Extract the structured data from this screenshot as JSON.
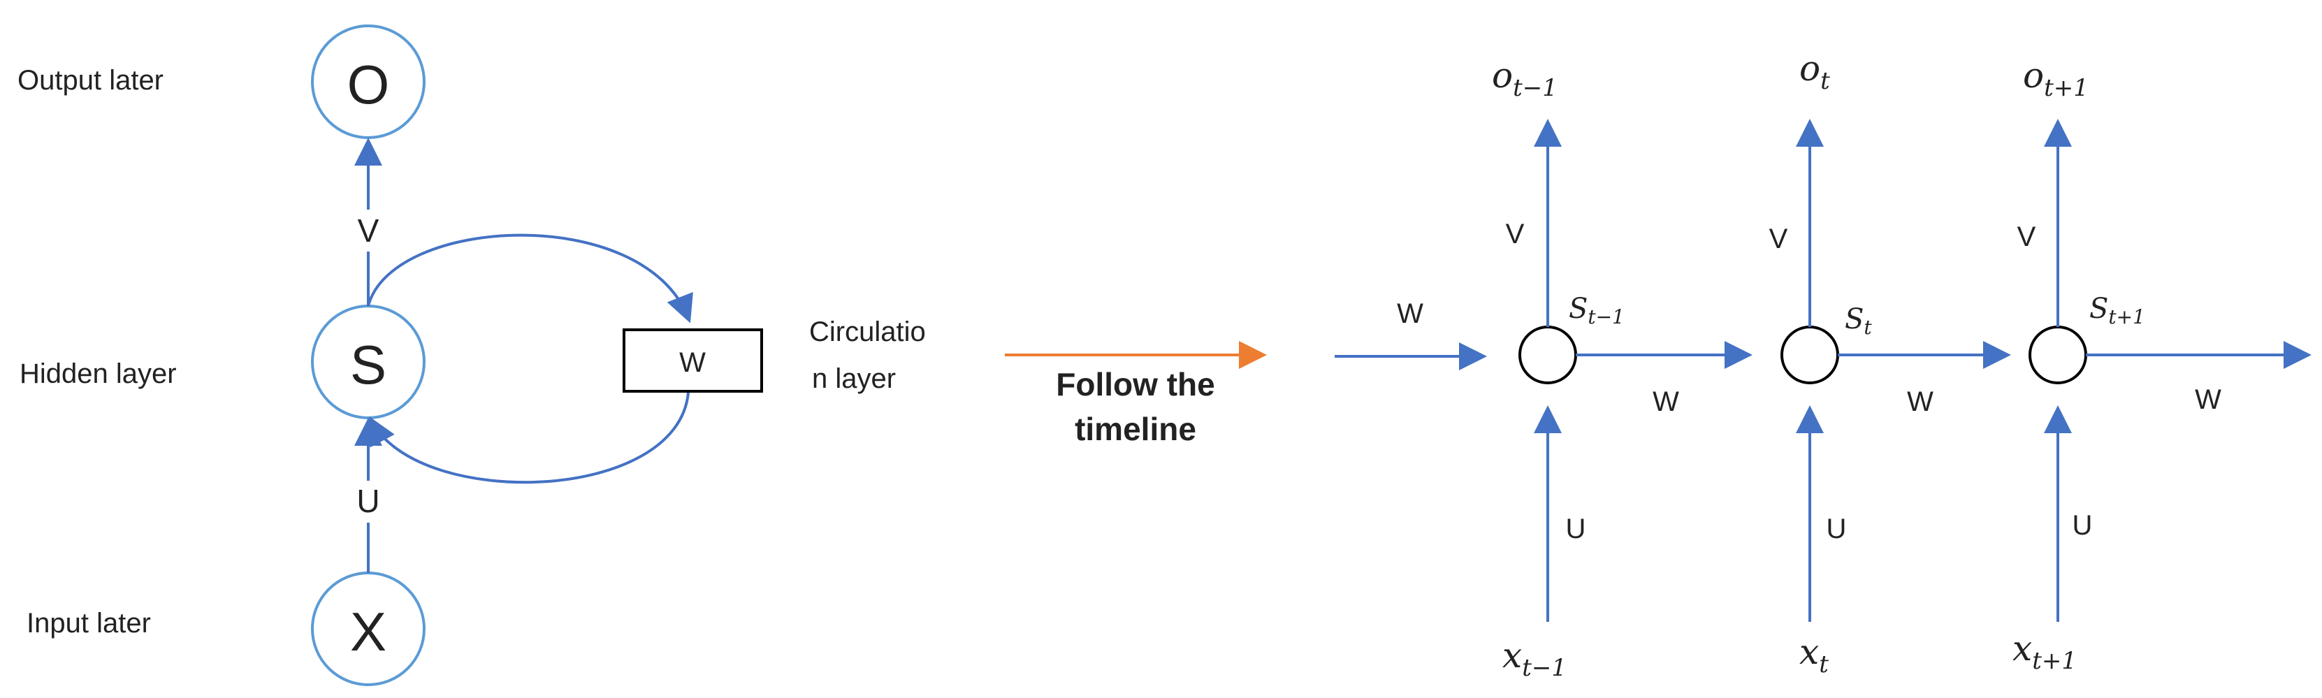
{
  "colors": {
    "arrow": "#4472C4",
    "node_stroke": "#5B9BD5",
    "timeline_arrow": "#ED7D31",
    "text": "#222222"
  },
  "left": {
    "layer_labels": {
      "output": "Output  later",
      "hidden": "Hidden layer",
      "input": "Input later"
    },
    "nodes": {
      "output": "O",
      "hidden": "S",
      "input": "X"
    },
    "edge_labels": {
      "v": "V",
      "u": "U",
      "w_box": "W"
    },
    "circulation_label_line1": "Circulatio",
    "circulation_label_line2": "n layer"
  },
  "middle": {
    "timeline_line1": "Follow the",
    "timeline_line2": "timeline"
  },
  "right": {
    "incoming_w": "W",
    "steps": [
      {
        "o_base": "o",
        "o_sub": "t−1",
        "s_base": "S",
        "s_sub": "t−1",
        "x_base": "x",
        "x_sub": "t−1",
        "v": "V",
        "u": "U",
        "w": "W"
      },
      {
        "o_base": "o",
        "o_sub": "t",
        "s_base": "S",
        "s_sub": "t",
        "x_base": "x",
        "x_sub": "t",
        "v": "V",
        "u": "U",
        "w": "W"
      },
      {
        "o_base": "o",
        "o_sub": "t+1",
        "s_base": "S",
        "s_sub": "t+1",
        "x_base": "x",
        "x_sub": "t+1",
        "v": "V",
        "u": "U",
        "w": "W"
      }
    ]
  }
}
